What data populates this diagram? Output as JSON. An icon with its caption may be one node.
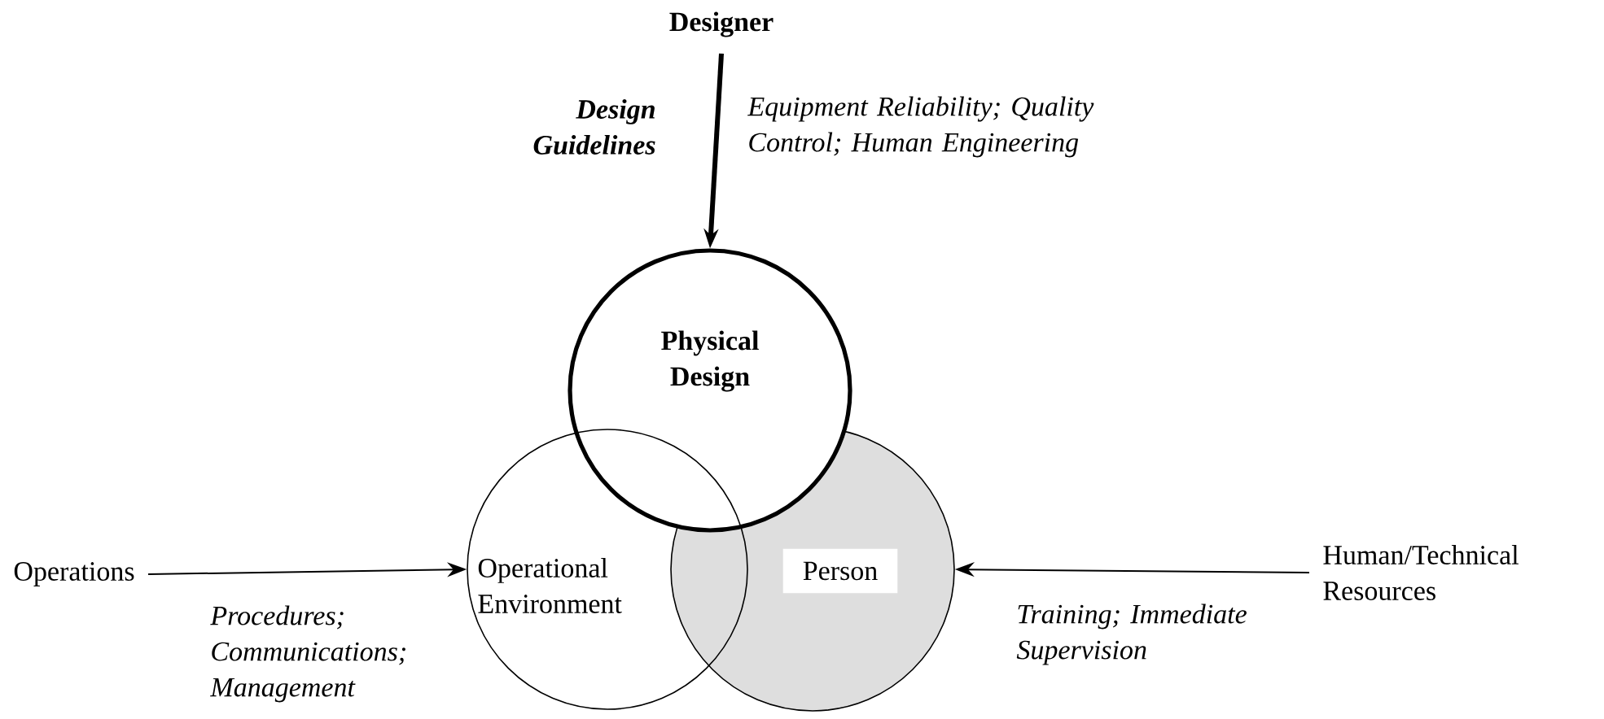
{
  "diagram": {
    "nodes": [
      {
        "text": [
          "Designer"
        ]
      },
      {
        "text": [
          "Physical Design"
        ]
      },
      {
        "text": [
          "Operational Environment"
        ]
      },
      {
        "text": [
          "Person"
        ]
      },
      {
        "text": [
          "Operations"
        ]
      },
      {
        "text": [
          "Human/Technical Resources"
        ]
      }
    ],
    "edges": [
      {
        "from": 0,
        "to": 1,
        "arrow": "to",
        "label": "Design Guidelines",
        "style": "thick"
      },
      {
        "from": 4,
        "to": 2,
        "arrow": "to",
        "label": "Procedures; Communications; Management"
      },
      {
        "from": 5,
        "to": 3,
        "arrow": "to",
        "label": "Training; Immediate Supervision"
      }
    ],
    "labels": [
      "Equipment Reliability; Quality Control; Human Engineering"
    ]
  }
}
